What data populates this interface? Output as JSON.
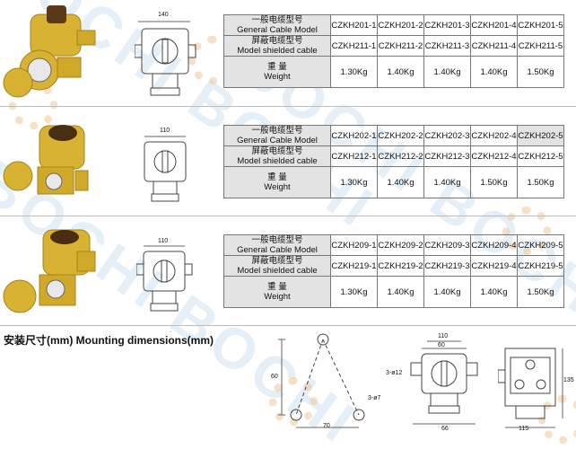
{
  "rows": [
    {
      "dim_width": "140",
      "general_label_zh": "一般电缆型号",
      "general_label_en": "General Cable Model",
      "shield_label_zh": "屏蔽电缆型号",
      "shield_label_en": "Model shielded cable",
      "weight_label_zh": "重 量",
      "weight_label_en": "Weight",
      "general": [
        "CZKH201-1",
        "CZKH201-2",
        "CZKH201-3",
        "CZKH201-4",
        "CZKH201-5"
      ],
      "shielded": [
        "CZKH211-1",
        "CZKH211-2",
        "CZKH211-3",
        "CZKH211-4",
        "CZKH211-5"
      ],
      "weight": [
        "1.30Kg",
        "1.40Kg",
        "1.40Kg",
        "1.40Kg",
        "1.50Kg"
      ]
    },
    {
      "dim_width": "110",
      "general_label_zh": "一般电缆型号",
      "general_label_en": "General Cable Model",
      "shield_label_zh": "屏蔽电缆型号",
      "shield_label_en": "Model shielded cable",
      "weight_label_zh": "重 量",
      "weight_label_en": "Weight",
      "general": [
        "CZKH202-1",
        "CZKH202-2",
        "CZKH202-3",
        "CZKH202-4",
        "CZKH202-5"
      ],
      "shielded": [
        "CZKH212-1",
        "CZKH212-2",
        "CZKH212-3",
        "CZKH212-4",
        "CZKH212-5"
      ],
      "weight": [
        "1.30Kg",
        "1.40Kg",
        "1.40Kg",
        "1.50Kg",
        "1.50Kg"
      ]
    },
    {
      "dim_width": "110",
      "general_label_zh": "一般电缆型号",
      "general_label_en": "General Cable Model",
      "shield_label_zh": "屏蔽电缆型号",
      "shield_label_en": "Model shielded cable",
      "weight_label_zh": "重 量",
      "weight_label_en": "Weight",
      "general": [
        "CZKH209-1",
        "CZKH209-2",
        "CZKH209-3",
        "CZKH209-4",
        "CZKH209-5"
      ],
      "shielded": [
        "CZKH219-1",
        "CZKH219-2",
        "CZKH219-3",
        "CZKH219-4",
        "CZKH219-5"
      ],
      "weight": [
        "1.30Kg",
        "1.40Kg",
        "1.40Kg",
        "1.40Kg",
        "1.50Kg"
      ]
    }
  ],
  "mounting": {
    "title": "安装尺寸(mm)   Mounting dimensions(mm)",
    "dim_60": "60",
    "dim_70": "70",
    "hole_label": "3-ø7",
    "dim_110": "110",
    "dim_60b": "60",
    "hole_label_b": "3-ø12",
    "dim_66": "66",
    "dim_135": "135",
    "dim_115": "115"
  },
  "watermark": "BOCHI BOCHI",
  "colors": {
    "brass": "#d8b233",
    "brass_dark": "#a7831a",
    "table_label_bg": "#e3e3e3",
    "watermark": "#cfe3f3"
  }
}
